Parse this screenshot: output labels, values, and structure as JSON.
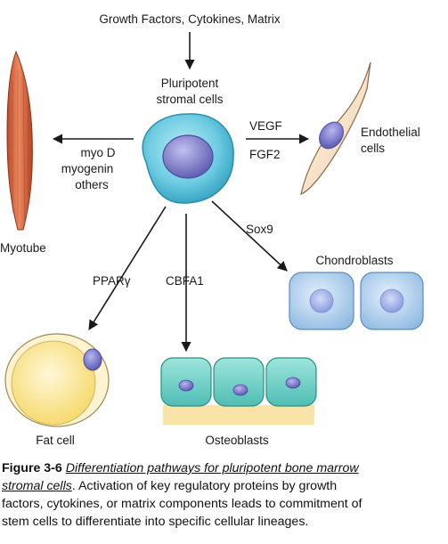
{
  "inputs": "Growth Factors, Cytokines, Matrix",
  "center": {
    "line1": "Pluripotent",
    "line2": "stromal cells"
  },
  "myotube_pathway": {
    "factors": [
      "myo D",
      "myogenin",
      "others"
    ],
    "target": "Myotube"
  },
  "endothelial_pathway": {
    "factors": [
      "VEGF",
      "FGF2"
    ],
    "target_line1": "Endothelial",
    "target_line2": "cells"
  },
  "chondro_pathway": {
    "factor": "Sox9",
    "target": "Chondroblasts"
  },
  "fat_pathway": {
    "factor": "PPARγ",
    "target": "Fat cell"
  },
  "osteo_pathway": {
    "factor": "CBFA1",
    "target": "Osteoblasts"
  },
  "caption": {
    "figure_label": "Figure 3-6",
    "title_line1": "Differentiation pathways for pluripotent bone marrow",
    "title_line2": "stromal cells",
    "text_line2": ". Activation of key regulatory proteins by growth",
    "text_line3": "factors, cytokines, or matrix components leads to commitment of",
    "text_line4": "stem cells to differentiate into specific cellular lineages."
  },
  "colors": {
    "arrow": "#1a1a1a",
    "stem_cytoplasm": "#6ccbe0",
    "stem_nucleus": "#7a78c4",
    "endothelial": "#f6e4ce",
    "chondro": "#a9cbea",
    "fat": "#fbe69c",
    "osteo": "#6fd0c6",
    "matrix": "#f8e4a6",
    "muscle": "#d86a42"
  }
}
